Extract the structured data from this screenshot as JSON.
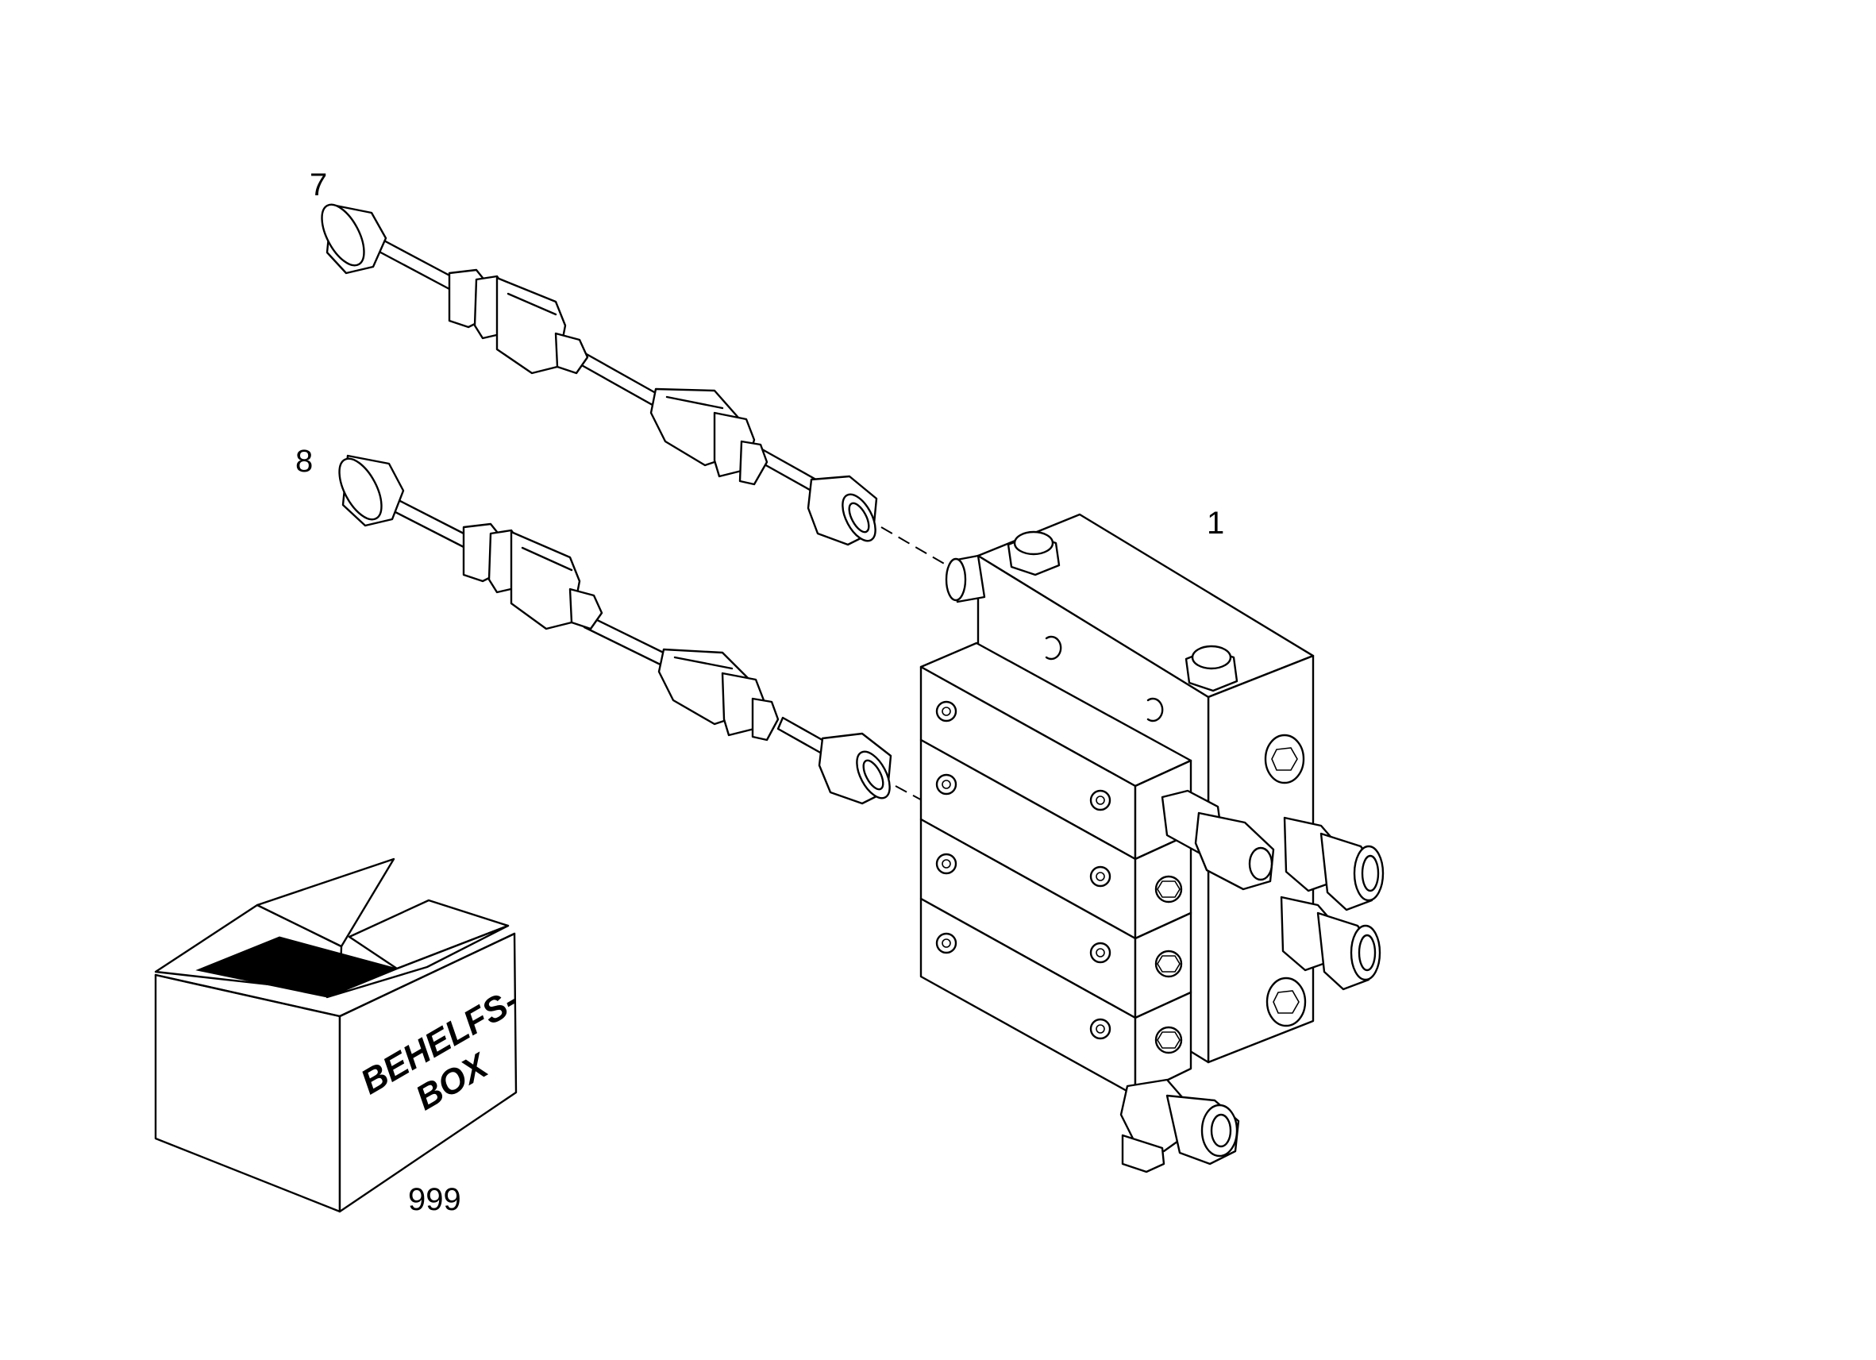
{
  "callouts": {
    "item_7": "7",
    "item_8": "8",
    "item_1": "1",
    "item_999": "999"
  },
  "box_label": {
    "line1": "BEHELFS-",
    "line2": "BOX"
  }
}
